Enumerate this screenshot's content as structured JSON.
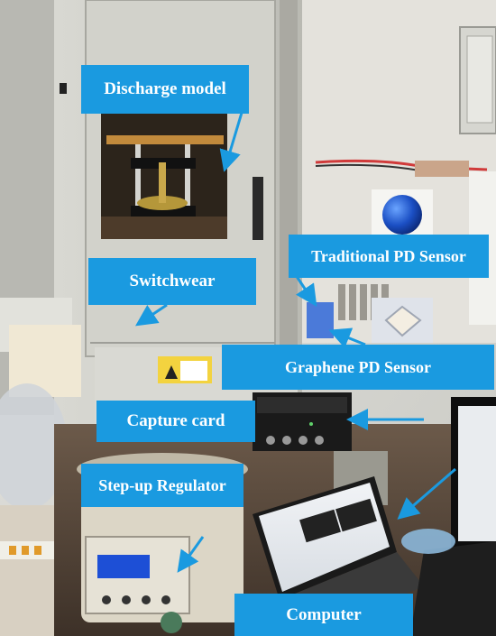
{
  "labels": {
    "discharge_model": "Discharge model",
    "switchwear": "Switchwear",
    "traditional_pd_sensor": "Traditional PD Sensor",
    "graphene_pd_sensor": "Graphene PD Sensor",
    "capture_card": "Capture card",
    "step_up_regulator": "Step-up Regulator",
    "computer": "Computer"
  },
  "colors": {
    "label_background": "#1a9ae0",
    "label_text": "#ffffff",
    "arrow": "#1a9ae0"
  }
}
